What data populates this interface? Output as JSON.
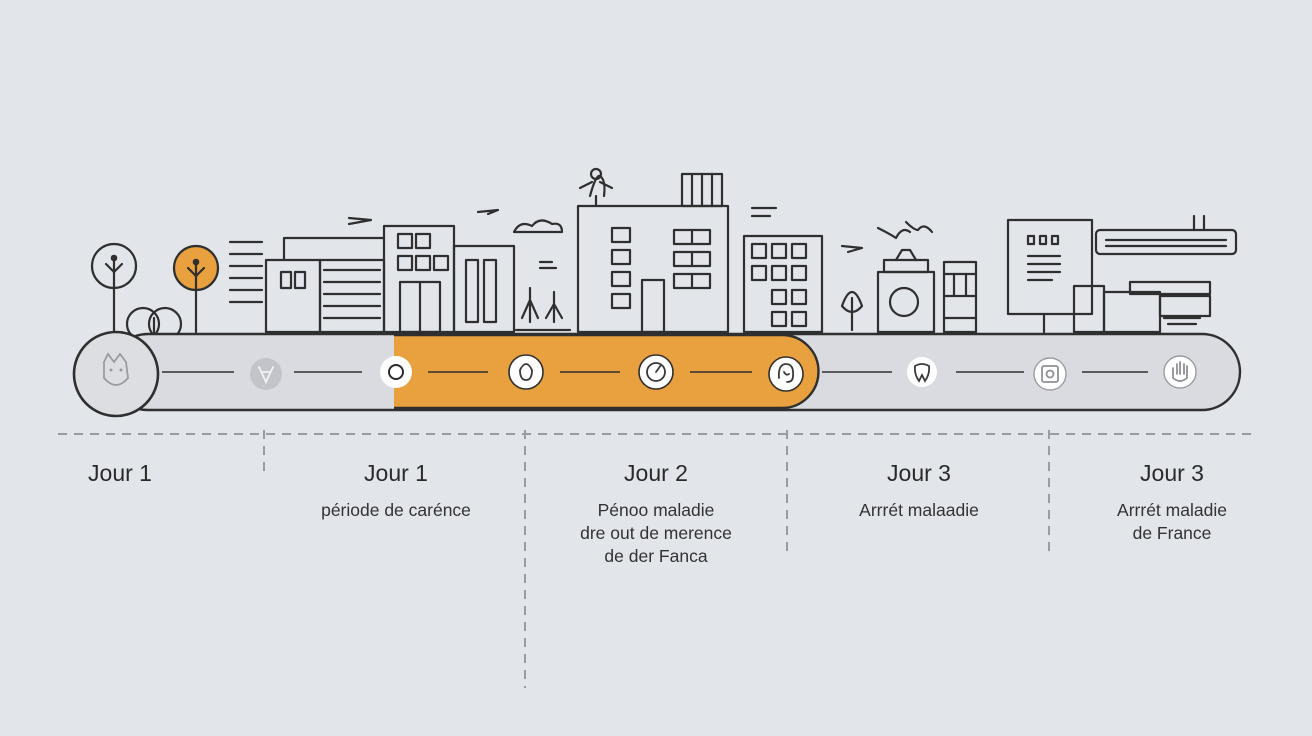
{
  "colors": {
    "background": "#e2e5ea",
    "track": "#d9dbe0",
    "highlight": "#e8a13e",
    "line": "#2f2f2f",
    "divider": "#9a9ca2"
  },
  "steps": [
    {
      "day": "Jour 1",
      "lines": []
    },
    {
      "day": "Jour 1",
      "lines": [
        "période de carénce"
      ]
    },
    {
      "day": "Jour 2",
      "lines": [
        "Pénoo maladie",
        "dre out de merence",
        "de der Fanca"
      ]
    },
    {
      "day": "Jour 3",
      "lines": [
        "Arrrét malaadie"
      ]
    },
    {
      "day": "Jour 3",
      "lines": [
        "Arrrét maladie",
        "de France"
      ]
    }
  ],
  "icons": [
    "face-icon",
    "cup-icon",
    "ring-icon",
    "drop-icon",
    "gauge-icon",
    "ear-icon",
    "tooth-icon",
    "photo-icon",
    "hand-icon"
  ]
}
